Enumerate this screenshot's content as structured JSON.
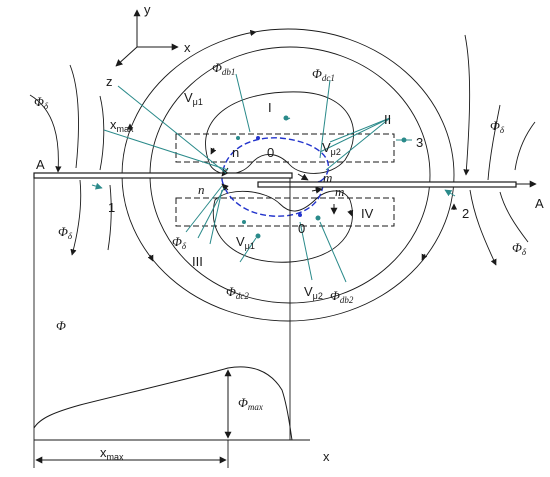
{
  "axes": {
    "y": "y",
    "x": "x",
    "z": "z",
    "x_bottom": "x"
  },
  "labels": {
    "A_left": "A",
    "A_right": "A",
    "num_1": "1",
    "num_2": "2",
    "num_3": "3",
    "roman_I": "I",
    "roman_II": "II",
    "roman_III": "III",
    "roman_IV": "IV",
    "n_upper": "n",
    "n_lower": "n",
    "m_upper": "m",
    "m_lower": "m",
    "O_upper": "0",
    "O_lower": "0",
    "x_max_small": "x",
    "x_max_small_sub": "max",
    "x_max_bottom": "x",
    "x_max_bottom_sub": "max"
  },
  "flux": {
    "phi": "Φ",
    "phi_delta_sub": "δ",
    "db": "db",
    "dc": "dc",
    "one": "1",
    "two": "2",
    "max": "max"
  },
  "vmu": {
    "V": "V",
    "mu": "μ",
    "one": "1",
    "two": "2"
  },
  "colors": {
    "teal": "#2a8a8a",
    "blue_dashed": "#2233cc",
    "line": "#1a1a1a"
  }
}
